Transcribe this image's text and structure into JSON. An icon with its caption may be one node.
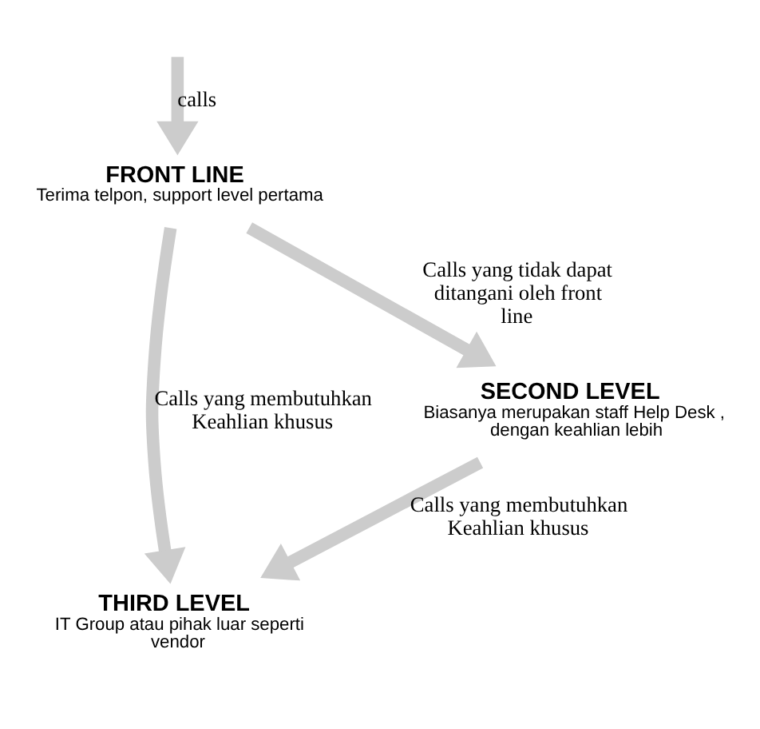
{
  "diagram": {
    "nodes": [
      {
        "text": [
          "FRONT LINE",
          "Terima telpon, support level pertama"
        ]
      },
      {
        "text": [
          "SECOND LEVEL",
          "Biasanya merupakan staff Help Desk , dengan keahlian lebih"
        ]
      },
      {
        "text": [
          "THIRD LEVEL",
          "IT Group atau pihak luar seperti vendor"
        ]
      }
    ],
    "edges": [
      {
        "from": null,
        "to": 0,
        "arrow": "to",
        "label": "calls"
      },
      {
        "from": 0,
        "to": 2,
        "arrow": "to",
        "label": "Calls yang membutuhkan Keahlian khusus"
      },
      {
        "from": 0,
        "to": 1,
        "arrow": "to",
        "label": "Calls yang tidak dapat ditangani oleh front line"
      },
      {
        "from": 1,
        "to": 2,
        "arrow": "to",
        "label": "Calls yang membutuhkan Keahlian khusus"
      }
    ]
  }
}
